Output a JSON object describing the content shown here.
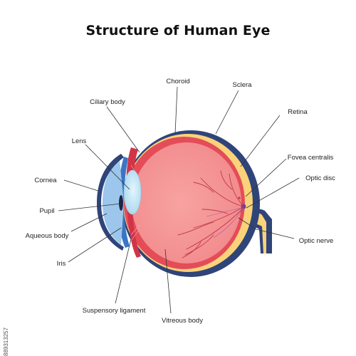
{
  "title": "Structure of Human Eye",
  "labels": {
    "choroid": "Choroid",
    "sclera": "Sclera",
    "ciliary_body": "Ciliary body",
    "retina": "Retina",
    "lens": "Lens",
    "fovea_centralis": "Fovea centralis",
    "cornea": "Cornea",
    "optic_disc": "Optic disc",
    "pupil": "Pupil",
    "aqueous_body": "Aqueous body",
    "optic_nerve": "Optic nerve",
    "iris": "Iris",
    "suspensory_ligament": "Suspensory ligament",
    "vitreous_body": "Vitreous body"
  },
  "stock_id": "889313257",
  "colors": {
    "sclera": "#2f4479",
    "retina": "#f9d27a",
    "choroid": "#e44c58",
    "vitreous": "#f59a9a",
    "cornea": "#5b8fd6",
    "lens": "#bfe4f5",
    "iris": "#3a76c4",
    "vessel": "#c0394a"
  }
}
